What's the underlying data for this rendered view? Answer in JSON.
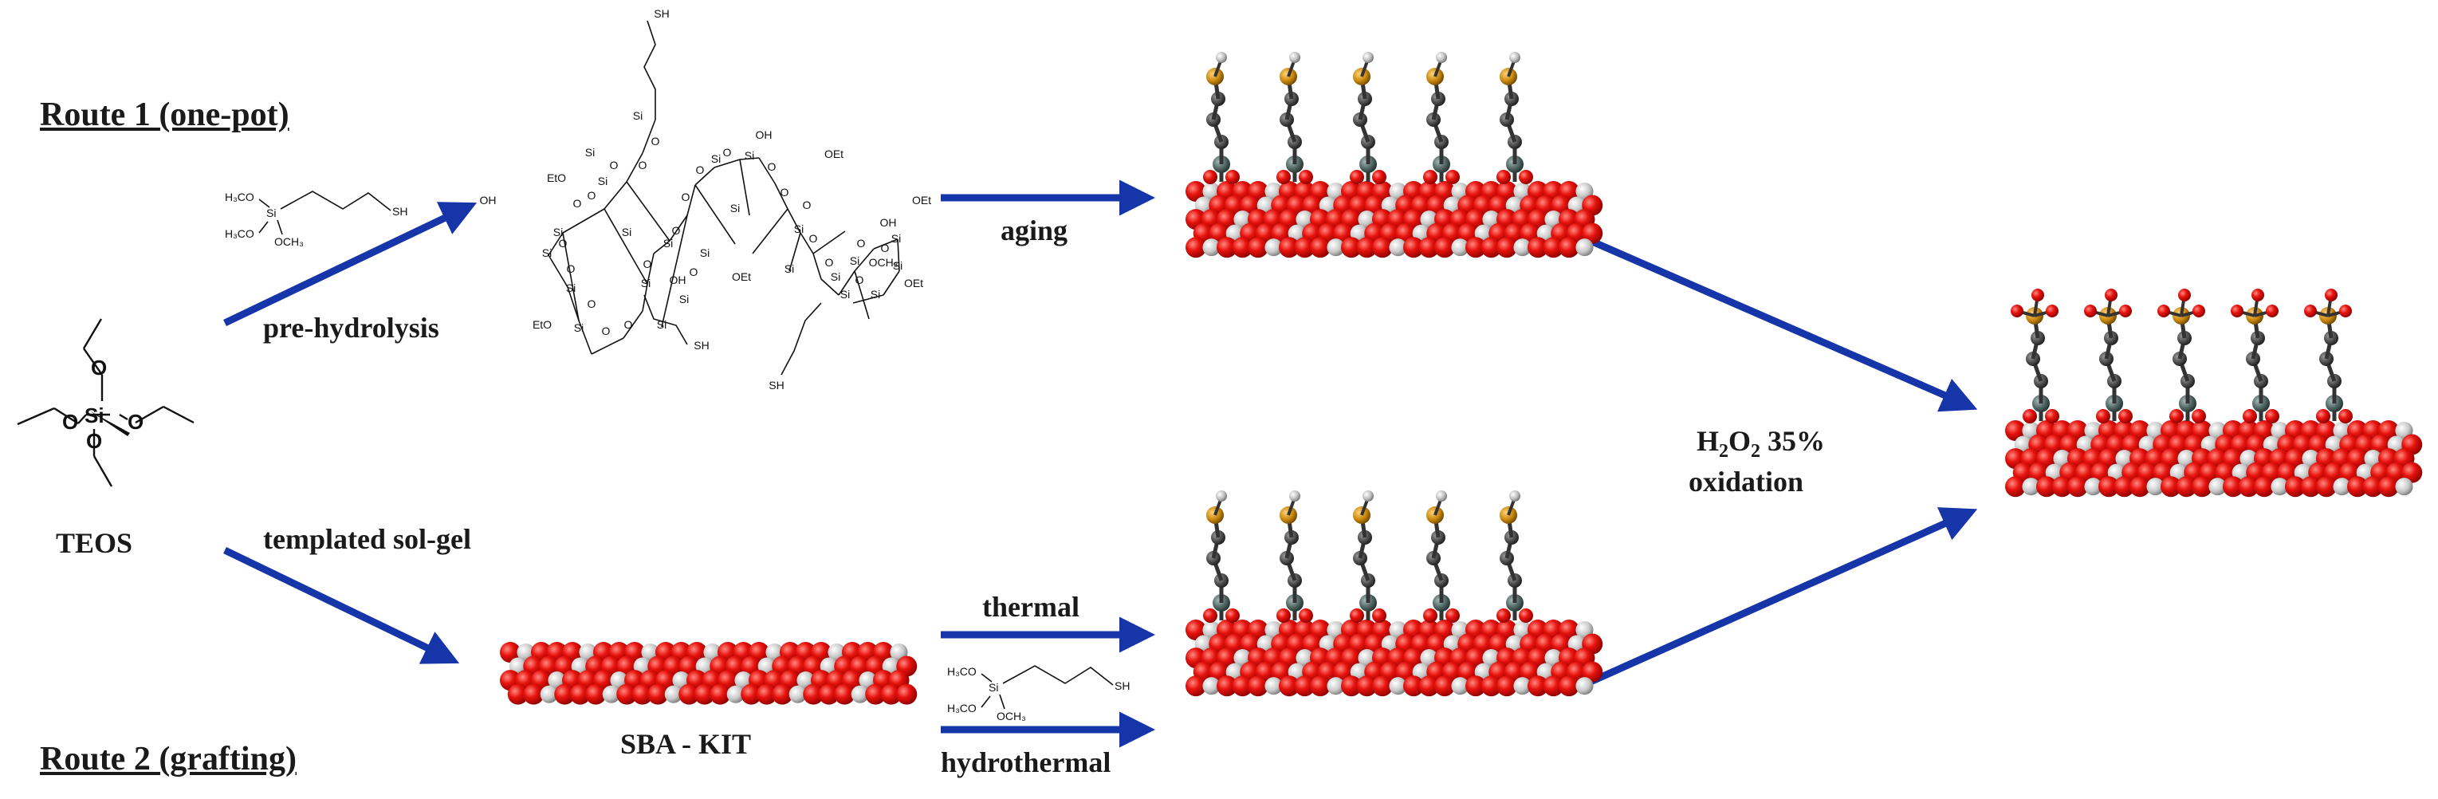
{
  "labels": {
    "route1": "Route 1 (one-pot)",
    "route2": "Route 2 (grafting)",
    "pre_hydrolysis": "pre-hydrolysis",
    "templated": "templated sol-gel",
    "aging": "aging",
    "thermal": "thermal",
    "hydrothermal": "hydrothermal",
    "sba_kit": "SBA - KIT",
    "teos": "TEOS",
    "h2o2_prefix": "H",
    "h2o2_sub1": "2",
    "h2o2_mid": "O",
    "h2o2_sub2": "2",
    "h2o2_suffix": " 35%",
    "oxidation": "oxidation"
  },
  "chem": {
    "si": "Si",
    "o": "O",
    "oh": "OH",
    "oet": "OEt",
    "eto": "EtO",
    "sh": "SH",
    "h3co": "H₃CO",
    "och3": "OCH₃"
  },
  "colors": {
    "arrow": "#1535a8",
    "oxygen": "#e8130e",
    "silicon": "#c8c8c8",
    "carbon": "#4a4a4a",
    "sulfur": "#c8860a",
    "hydrogen": "#bdbdbd",
    "tether_si": "#4e6460"
  }
}
